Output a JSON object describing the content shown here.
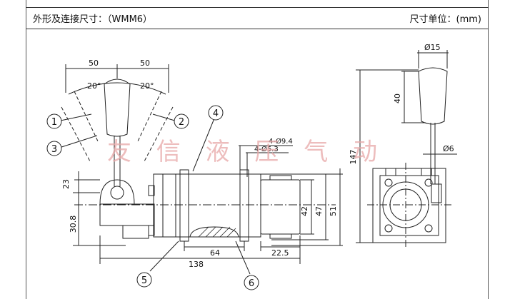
{
  "header": {
    "title_left": "外形及连接尺寸：（WMM6）",
    "title_right": "尺寸单位：(mm)"
  },
  "labels": {
    "d50_left": "50",
    "d50_right": "50",
    "a20_left": "20°",
    "a20_right": "20°",
    "d23": "23",
    "d30_8": "30.8",
    "d64": "64",
    "d22_5": "22.5",
    "d138": "138",
    "d42": "42",
    "d47": "47",
    "d51": "51",
    "holes_big": "4-Ø9.4",
    "holes_small": "4-Ø5.3",
    "d15": "Ø15",
    "d40": "40",
    "d147": "147",
    "d6": "Ø6"
  },
  "callouts": [
    "1",
    "2",
    "3",
    "4",
    "5",
    "6"
  ],
  "watermark": "友 信 液 压 气 动",
  "colors": {
    "line": "#222222",
    "watermark": "#e8a7a7"
  }
}
